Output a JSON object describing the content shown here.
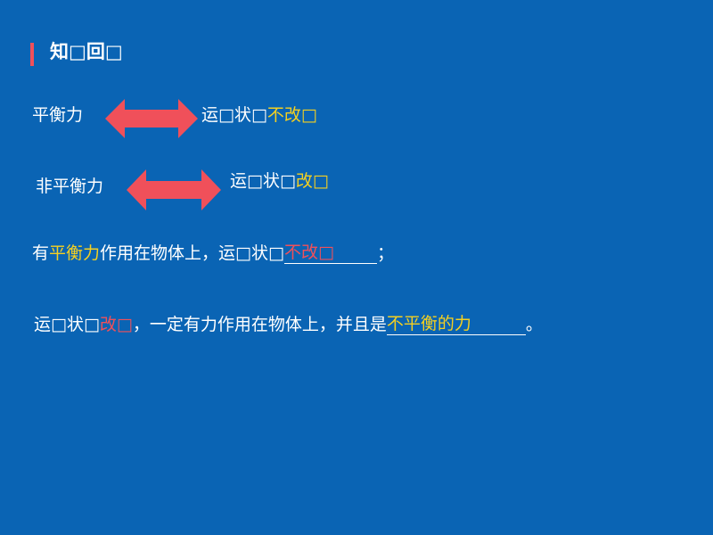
{
  "title": "知□回□",
  "row1": {
    "left": "平衡力",
    "right_prefix": "运□状□",
    "right_highlight": "不改□"
  },
  "row2": {
    "left": "非平衡力",
    "right_prefix": "运□状□",
    "right_highlight": "改□"
  },
  "sentence1": {
    "part1": "有",
    "highlight": "平衡力",
    "part2": "作用在物体上，运□状□",
    "blank_answer": "不改□",
    "end": "；"
  },
  "sentence2": {
    "part1": "运□状□",
    "highlight": "改□",
    "part2": "，一定有力作用在物体上，并且是",
    "blank_answer": "不平衡的力",
    "end": "。"
  },
  "colors": {
    "background": "#0A64B4",
    "yellow": "#F5D020",
    "red": "#F0505A",
    "text": "#FFFFFF"
  }
}
